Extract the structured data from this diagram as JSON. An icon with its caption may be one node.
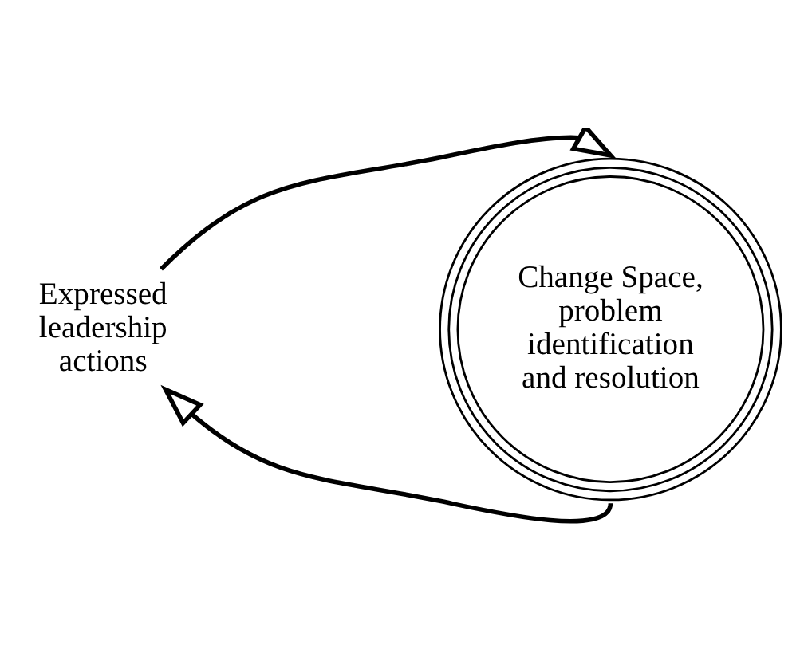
{
  "diagram": {
    "nodes": [
      {
        "text": [
          "Expressed leadership actions"
        ]
      },
      {
        "text": [
          "Change Space, problem identification and resolution"
        ]
      }
    ],
    "edges": [
      {
        "from": 0,
        "to": 1,
        "arrow": "to"
      },
      {
        "from": 1,
        "to": 0,
        "arrow": "to"
      }
    ]
  }
}
